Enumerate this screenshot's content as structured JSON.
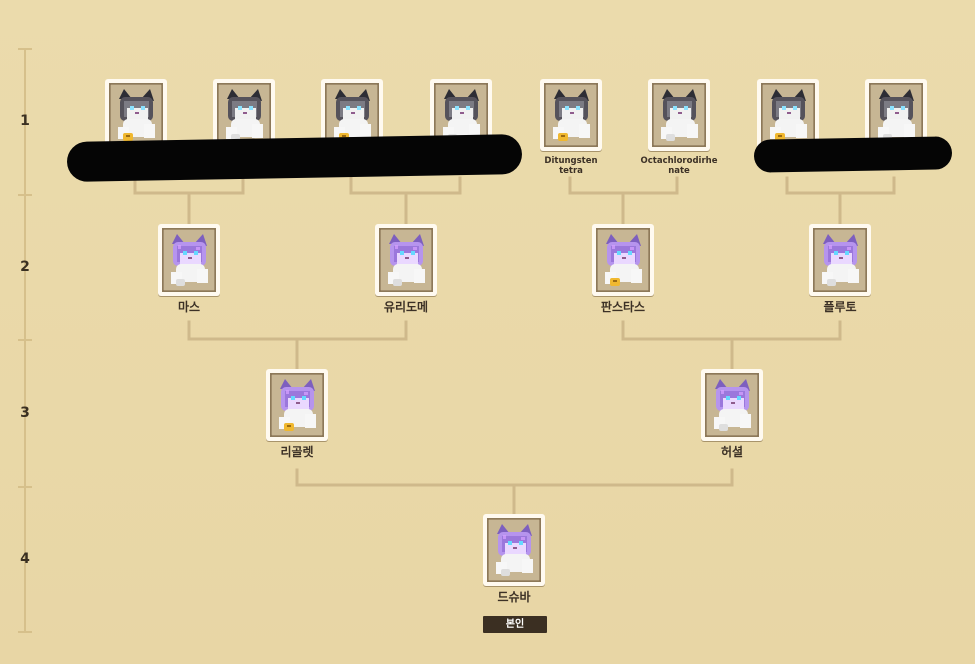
{
  "generations": [
    "1",
    "2",
    "3",
    "4"
  ],
  "cats": [
    {
      "id": "g1-1",
      "name": "",
      "type": "gray-bell"
    },
    {
      "id": "g1-2",
      "name": "",
      "type": "gray-plain"
    },
    {
      "id": "g1-3",
      "name": "",
      "type": "gray-bell"
    },
    {
      "id": "g1-4",
      "name": "",
      "type": "gray-plain"
    },
    {
      "id": "g1-5",
      "name": "Ditungsten\ntetra",
      "type": "gray-bell"
    },
    {
      "id": "g1-6",
      "name": "Octachlorodirhe\nnate",
      "type": "gray-plain"
    },
    {
      "id": "g1-7",
      "name": "",
      "type": "gray-bell"
    },
    {
      "id": "g1-8",
      "name": "",
      "type": "gray-plain"
    },
    {
      "id": "g2-1",
      "name": "마스",
      "type": "purple-plain"
    },
    {
      "id": "g2-2",
      "name": "유리도메",
      "type": "purple-plain"
    },
    {
      "id": "g2-3",
      "name": "판스타스",
      "type": "purple-bell"
    },
    {
      "id": "g2-4",
      "name": "플루토",
      "type": "purple-plain"
    },
    {
      "id": "g3-1",
      "name": "리골렛",
      "type": "purple-bell"
    },
    {
      "id": "g3-2",
      "name": "허셜",
      "type": "purple-plain"
    },
    {
      "id": "g4-1",
      "name": "드슈바",
      "type": "purple-plain"
    }
  ],
  "self_label": "본인"
}
